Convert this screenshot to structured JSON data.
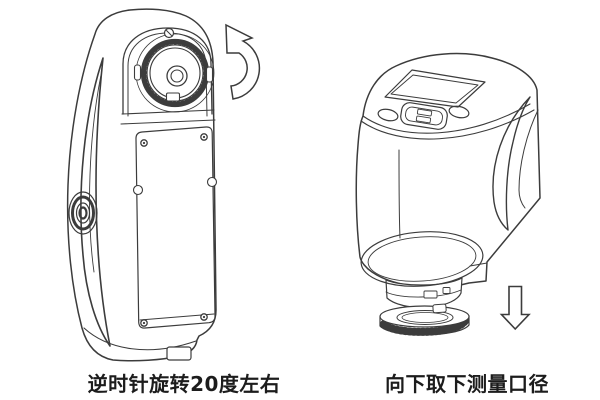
{
  "page": {
    "background": "#ffffff",
    "line_color": "#3c3c3c",
    "text_color": "#1c1c1c"
  },
  "figures": {
    "left": {
      "caption": "逆时针旋转20度左右",
      "arrow_icon": "rotate-counterclockwise-arrow"
    },
    "right": {
      "caption": "向下取下测量口径",
      "arrow_icon": "down-arrow"
    }
  }
}
